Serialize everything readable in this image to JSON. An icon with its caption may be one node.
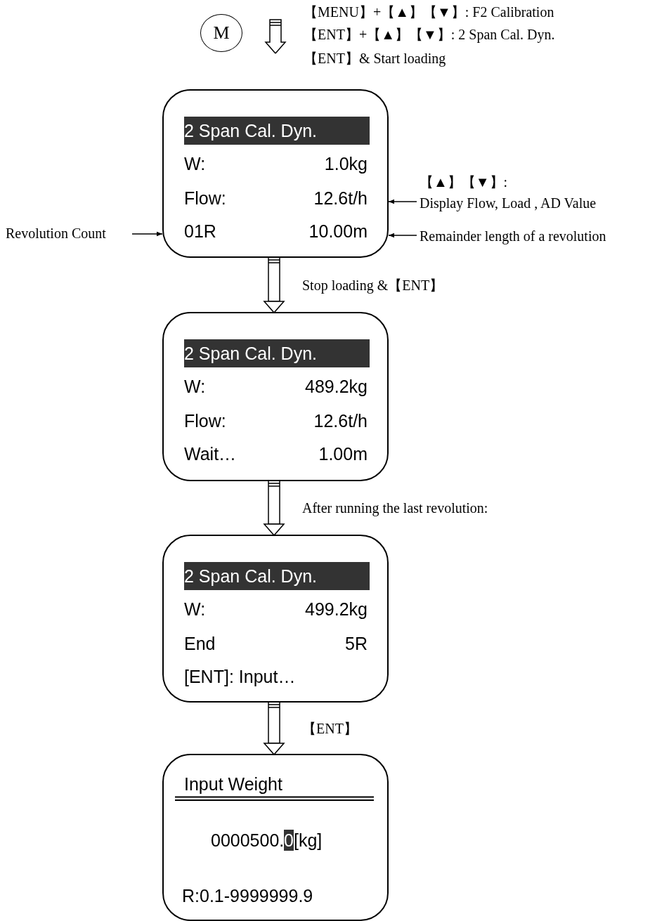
{
  "diagram": {
    "nodes": [
      {
        "text": [
          "M"
        ]
      },
      {
        "text": [
          "2 Span Cal. Dyn.",
          "W:",
          "1.0kg",
          "Flow:",
          "12.6t/h",
          "01R",
          "10.00m"
        ]
      },
      {
        "text": [
          "2 Span Cal. Dyn.",
          "W:",
          "489.2kg",
          "Flow:",
          "12.6t/h",
          "Wait…",
          "1.00m"
        ]
      },
      {
        "text": [
          "2 Span Cal. Dyn.",
          "W:",
          "499.2kg",
          "End",
          "5R",
          "[ENT]: Input…"
        ]
      },
      {
        "text": [
          "Input Weight",
          "0000500.",
          "0",
          "[kg]",
          "R:0.1-9999999.9"
        ]
      },
      {
        "text": [
          "Revolution Count"
        ]
      },
      {
        "text": [
          "【▲】【▼】:",
          "Display Flow, Load , AD Value"
        ]
      },
      {
        "text": [
          "Remainder length of a revolution"
        ]
      },
      {
        "text": [],
        "shape": "arrow"
      }
    ],
    "edges": [
      {
        "from": 1,
        "to": 2,
        "arrow": "to",
        "label": "Stop loading &【ENT】"
      },
      {
        "from": 2,
        "to": 3,
        "arrow": "to",
        "label": "After running the last revolution:"
      },
      {
        "from": 3,
        "to": 4,
        "arrow": "to",
        "label": "【ENT】"
      },
      {
        "from": 5,
        "to": 1,
        "arrow": "to"
      },
      {
        "from": 6,
        "to": 1,
        "arrow": "to"
      },
      {
        "from": 7,
        "to": 1,
        "arrow": "to"
      }
    ],
    "labels": [
      "【MENU】+【▲】【▼】: F2 Calibration",
      "【ENT】+【▲】【▼】: 2 Span Cal. Dyn.",
      "【ENT】& Start loading"
    ]
  }
}
